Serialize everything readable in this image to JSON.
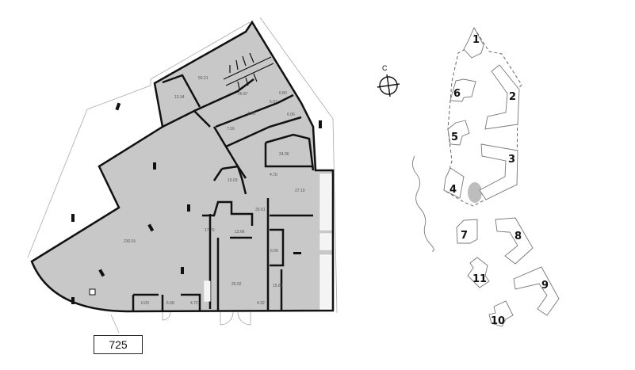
{
  "floor_plan": {
    "total_area_label": "725",
    "room_areas": [
      "13.34",
      "50.21",
      "26.87",
      "5.97",
      "0.80",
      "1.96",
      "6.06",
      "7.56",
      "24.06",
      "4.70",
      "15.03",
      "27.10",
      "33.61",
      "13.66",
      "17.70",
      "230.01",
      "6.00",
      "6.58",
      "4.72",
      "20.02",
      "4.32",
      "6.00",
      "15.81"
    ],
    "colors": {
      "room_fill": "#c8c8c8",
      "wall": "#111111",
      "outline": "#999999"
    }
  },
  "site_plan": {
    "compass_label": "C",
    "buildings": [
      "1",
      "2",
      "3",
      "4",
      "5",
      "6",
      "7",
      "8",
      "9",
      "10",
      "11"
    ],
    "colors": {
      "highlight": "#bdbdbd",
      "boundary": "#666666"
    }
  }
}
